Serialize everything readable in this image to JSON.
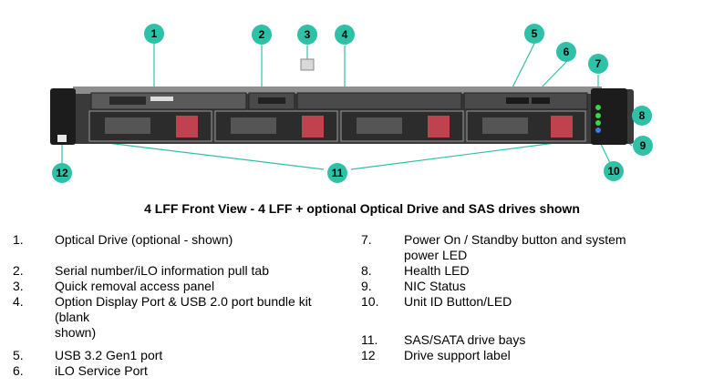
{
  "figure": {
    "callouts": [
      "1",
      "2",
      "3",
      "4",
      "5",
      "6",
      "7",
      "8",
      "9",
      "10",
      "11",
      "12"
    ]
  },
  "caption": "4 LFF Front View - 4 LFF + optional Optical Drive and SAS drives shown",
  "legend_left": [
    {
      "num": "1.",
      "lines": [
        "Optical Drive (optional - shown)"
      ]
    },
    {
      "num": "2.",
      "lines": [
        "Serial number/iLO information pull tab"
      ]
    },
    {
      "num": "3.",
      "lines": [
        "Quick removal access panel"
      ]
    },
    {
      "num": "4.",
      "lines": [
        "Option Display Port & USB 2.0 port bundle kit",
        "(blank",
        "shown)"
      ]
    },
    {
      "num": "5.",
      "lines": [
        "USB 3.2 Gen1 port"
      ]
    },
    {
      "num": "6.",
      "lines": [
        "iLO Service Port"
      ]
    }
  ],
  "legend_right": [
    {
      "num": "7.",
      "lines": [
        "Power On / Standby button and system",
        "power LED"
      ]
    },
    {
      "num": "8.",
      "lines": [
        "Health LED"
      ]
    },
    {
      "num": "9.",
      "lines": [
        "NIC Status"
      ]
    },
    {
      "num": "10.",
      "lines": [
        "Unit ID Button/LED"
      ]
    },
    {
      "num": "11.",
      "lines": [
        "SAS/SATA drive bays"
      ]
    },
    {
      "num": "12",
      "lines": [
        "Drive support label"
      ]
    }
  ]
}
